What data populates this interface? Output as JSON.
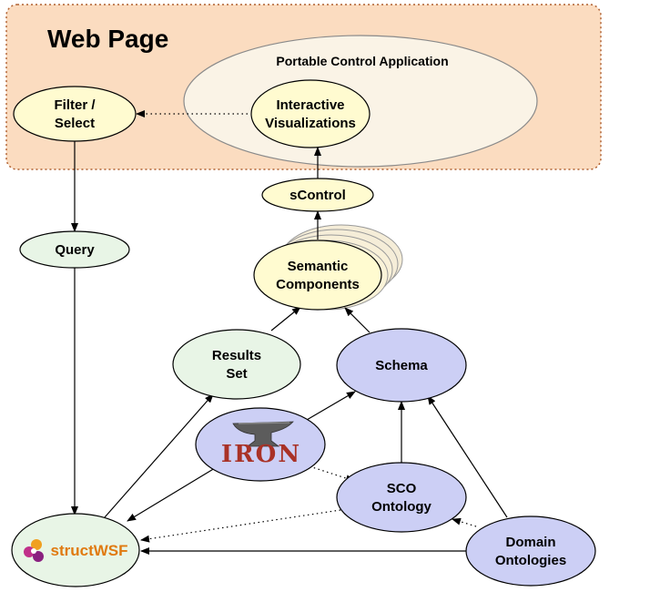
{
  "web_page": {
    "title": "Web Page"
  },
  "pca": {
    "title": "Portable Control Application"
  },
  "nodes": {
    "filter": {
      "line1": "Filter /",
      "line2": "Select"
    },
    "interactive": {
      "line1": "Interactive",
      "line2": "Visualizations"
    },
    "scontrol": {
      "label": "sControl"
    },
    "query": {
      "label": "Query"
    },
    "semantic": {
      "line1": "Semantic",
      "line2": "Components"
    },
    "results": {
      "line1": "Results",
      "line2": "Set"
    },
    "schema": {
      "label": "Schema"
    },
    "iron": {
      "logo_text": "IRON"
    },
    "sco": {
      "line1": "SCO",
      "line2": "Ontology"
    },
    "domain": {
      "line1": "Domain",
      "line2": "Ontologies"
    },
    "structwsf": {
      "logo_text": "structWSF"
    }
  },
  "colors": {
    "web_page_fill": "#fbdcc0",
    "web_page_border": "#b06030",
    "yellow_node": "#fffbd0",
    "green_node": "#e8f5e6",
    "purple_node": "#cccff5",
    "iron_text": "#a93227",
    "structwsf_text": "#e07a10"
  }
}
